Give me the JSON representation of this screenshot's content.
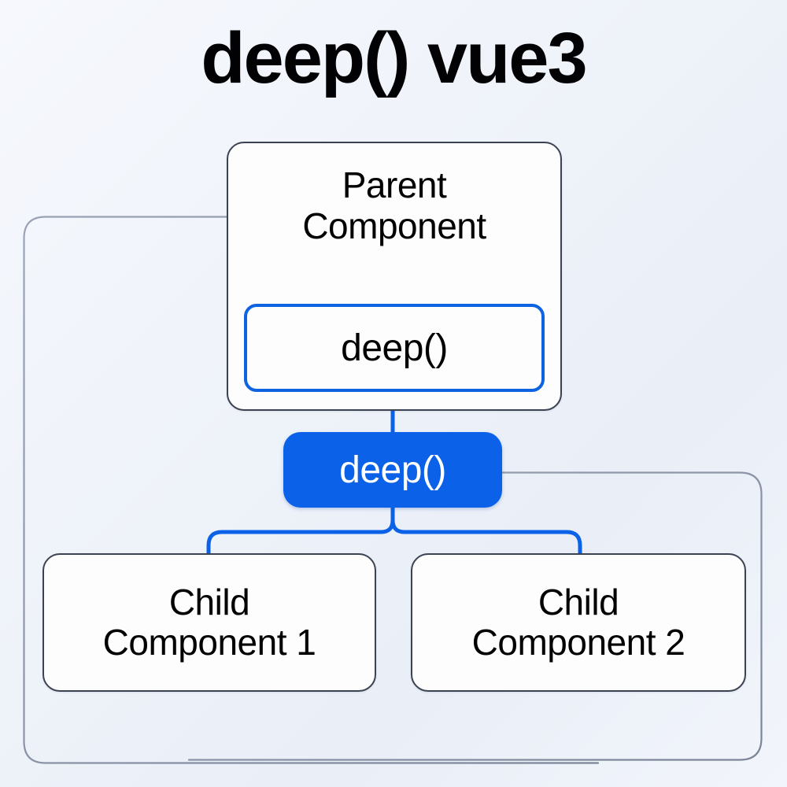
{
  "title": "deep() vue3",
  "colors": {
    "accent_blue": "#0b62e8",
    "deep_box_border": "#0d63e0",
    "node_border": "#3b4252",
    "node_fill": "#fdfdfe",
    "group_outline": "#8b95a8",
    "background_start": "#f6f8fd",
    "background_end": "#e9eef7",
    "text_dark": "#000000",
    "text_on_accent": "#ffffff"
  },
  "diagram": {
    "type": "component-tree",
    "parent": {
      "line1": "Parent",
      "line2": "Component",
      "inner_box_label": "deep()"
    },
    "bridge": {
      "label": "deep()"
    },
    "children": [
      {
        "line1": "Child",
        "line2": "Component 1"
      },
      {
        "line1": "Child",
        "line2": "Component 2"
      }
    ],
    "groups": [
      {
        "name": "parent-scope-group"
      },
      {
        "name": "child-scope-group"
      }
    ],
    "connectors": [
      {
        "from": "parent-deep-box",
        "to": "deep-pill"
      },
      {
        "from": "deep-pill",
        "to": "child-component-1"
      },
      {
        "from": "deep-pill",
        "to": "child-component-2"
      }
    ]
  }
}
